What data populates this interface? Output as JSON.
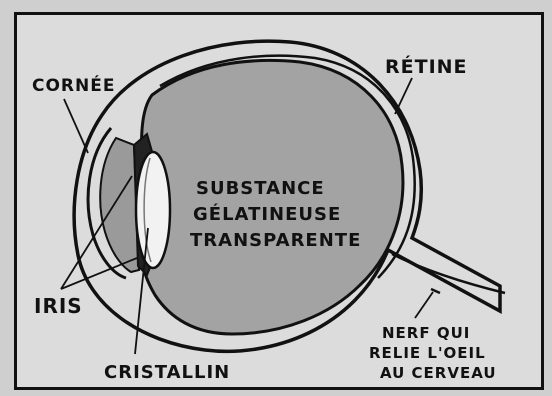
{
  "diagram": {
    "labels": {
      "cornea": "CORNÉE",
      "retina": "RÉTINE",
      "vitreous": [
        "SUBSTANCE",
        "GÉLATINEUSE",
        "TRANSPARENTE"
      ],
      "iris": "IRIS",
      "lens": "CRISTALLIN",
      "nerve": [
        "NERF QUI",
        "RELIE L'OEIL",
        "AU CERVEAU"
      ]
    },
    "colors": {
      "ink": "#111111",
      "paper": "#dcdcdc",
      "eye_fill": "#a3a3a3",
      "lens_fill": "#f2f2f2"
    }
  }
}
